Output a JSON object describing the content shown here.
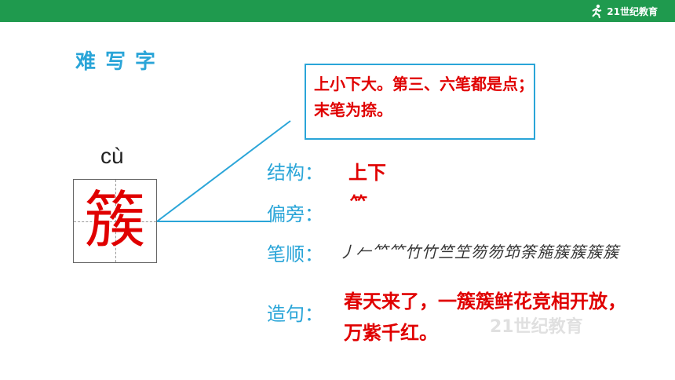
{
  "header": {
    "logo_text": "21世纪教育"
  },
  "title": "难写字",
  "character": {
    "pinyin": "cù",
    "glyph": "簇"
  },
  "callout": {
    "text": "上小下大。第三、六笔都是点；末笔为捺。"
  },
  "rows": {
    "structure": {
      "label": "结构：",
      "value": "上下"
    },
    "radical": {
      "label": "偏旁：",
      "value": "⺮"
    },
    "stroke_order": {
      "label": "笔顺："
    },
    "sentence": {
      "label": "造句：",
      "value": "春天来了，一簇簇鲜花竞相开放，万紫千红。"
    }
  },
  "colors": {
    "accent_blue": "#2aa5d8",
    "red": "#e00000",
    "header_green": "#1f9a4e"
  }
}
